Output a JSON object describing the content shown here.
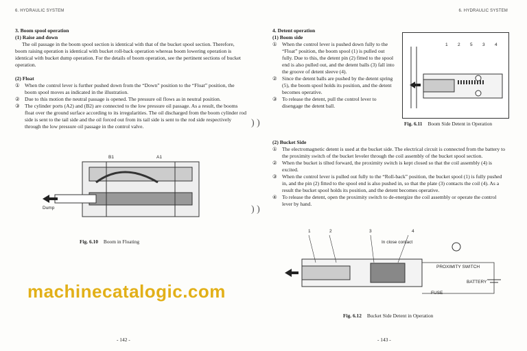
{
  "header": {
    "left": "6. HYDRAULIC SYSTEM",
    "right": "6. HYDRAULIC SYSTEM"
  },
  "left": {
    "section_title": "3. Boom spool operation",
    "sub1_title": "(1) Raise and down",
    "sub1_text": "The oil passage in the boom spool section is identical with that of the bucket spool section. Therefore, boom raising operation is identical with bucket roll-back operation whereas boom lowering operation is identical with bucket dump operation. For the details of boom operation, see the pertinent sections of bucket operation.",
    "sub2_title": "(2) Float",
    "sub2_items": [
      {
        "num": "①",
        "text": "When the control lever is further pushed down from the “Down” position to the “Float” position, the boom spool moves as indicated in the illustration."
      },
      {
        "num": "②",
        "text": "Due to this motion the neutral passage is opened. The pressure oil flows as in neutral position."
      },
      {
        "num": "③",
        "text": "The cylinder ports (A2) and (B2) are connected to the low pressure oil passage. As a result, the booms float over the ground surface according to its irregularities. The oil discharged from the boom cylinder rod side is sent to the tail side and the oil forced out from its tail side is sent to the rod side respectively through the low pressure oil passage in the control valve."
      }
    ],
    "figure": {
      "labels": [
        "B1",
        "A1",
        "Dump"
      ],
      "caption_num": "Fig. 6.10",
      "caption_text": "Boom in Floating"
    },
    "page_number": "- 142 -"
  },
  "right": {
    "section_title": "4. Detent operation",
    "sub1_title": "(1) Boom side",
    "sub1_items": [
      {
        "num": "①",
        "text": "When the control lever is pushed down fully to the “Float” position, the boom spool (1) is pulled out fully. Due to this, the detent pin (2) fitted to the spool end is also pulled out, and the detent balls (3) fall into the groove of detent sleeve (4)."
      },
      {
        "num": "②",
        "text": "Since the detent balls are pushed by the detent spring (5), the boom spool holds its position, and the detent becomes operative."
      },
      {
        "num": "③",
        "text": "To release the detent, pull the control lever to disengage the detent ball."
      }
    ],
    "figure1": {
      "labels": [
        "1",
        "2",
        "5",
        "3",
        "4"
      ],
      "caption_num": "Fig. 6.11",
      "caption_text": "Boom Side Detent in Operation"
    },
    "sub2_title": "(2) Bucket Side",
    "sub2_items": [
      {
        "num": "①",
        "text": "The electromagnetic detent is used at the bucket side. The electrical circuit is connected from the battery to the proximity switch of the bucket leveler through the coil assembly of the bucket spool section."
      },
      {
        "num": "②",
        "text": "When the bucket is tilted forward, the proximity switch is kept closed so that the coil assembly (4) is excited."
      },
      {
        "num": "③",
        "text": "When the control lever is pulled out fully to the “Roll-back” position, the bucket spool (1) is fully pushed in, and the pin (2) fitted to the spool end is also pushed in, so that the plate (3) contacts the coil (4). As a result the bucket spool holds its position, and the detent becomes operative."
      },
      {
        "num": "④",
        "text": "To release the detent, open the proximity switch to de-energize the coil assembly or operate the control lever by hand."
      }
    ],
    "figure2": {
      "labels": [
        "1",
        "2",
        "3",
        "4"
      ],
      "contact_label": "In close contact",
      "proximity_label": "PROXIMITY SWITCH",
      "battery_label": "BATTERY",
      "fuse_label": "FUSE",
      "caption_num": "Fig. 6.12",
      "caption_text": "Bucket Side Detent in Operation"
    },
    "page_number": "- 143 -"
  },
  "watermark": "machinecatalogic.com",
  "colors": {
    "watermark": "#e0a800"
  }
}
